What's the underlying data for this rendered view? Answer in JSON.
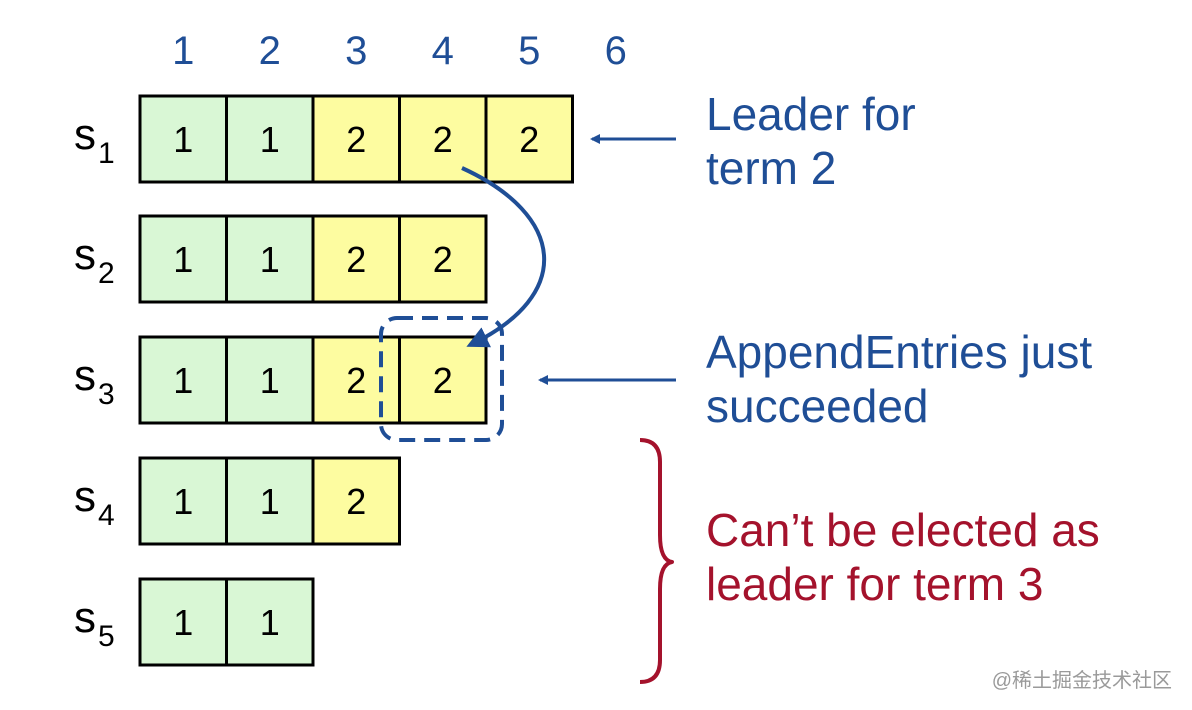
{
  "indices": [
    "1",
    "2",
    "3",
    "4",
    "5",
    "6"
  ],
  "servers": [
    {
      "name": "s",
      "sub": "1",
      "entries": [
        "1",
        "1",
        "2",
        "2",
        "2"
      ]
    },
    {
      "name": "s",
      "sub": "2",
      "entries": [
        "1",
        "1",
        "2",
        "2"
      ]
    },
    {
      "name": "s",
      "sub": "3",
      "entries": [
        "1",
        "1",
        "2",
        "2"
      ]
    },
    {
      "name": "s",
      "sub": "4",
      "entries": [
        "1",
        "1",
        "2"
      ]
    },
    {
      "name": "s",
      "sub": "5",
      "entries": [
        "1",
        "1"
      ]
    }
  ],
  "annotations": {
    "leader": {
      "line1": "Leader for",
      "line2": "term 2"
    },
    "append": {
      "line1": "AppendEntries just",
      "line2": "succeeded"
    },
    "cannot": {
      "line1": "Can’t be elected as",
      "line2": "leader for term 3"
    }
  },
  "watermark": "@稀土掘金技术社区",
  "colors": {
    "term1": "#d9f7d5",
    "term2": "#fdfca0",
    "blue": "#1f4e96",
    "red": "#a4122c"
  }
}
